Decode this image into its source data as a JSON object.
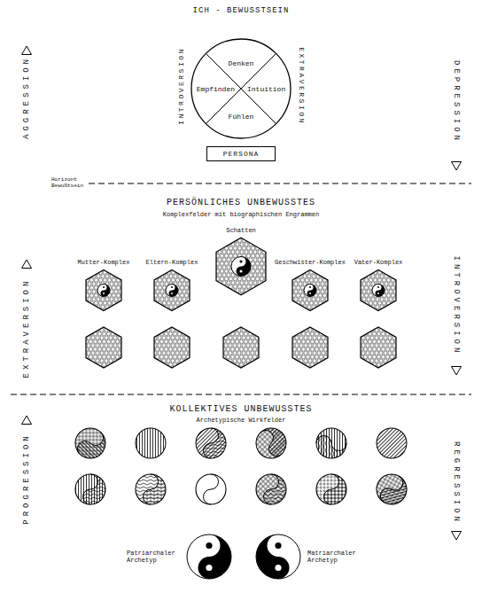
{
  "diagram": {
    "title": "ICH - BEWUSSTSEIN",
    "nodes": [
      {
        "text": [
          "Denken",
          "Empfinden",
          "Intuition",
          "Fühlen"
        ]
      },
      {
        "text": [
          "PERSONA"
        ]
      },
      {
        "text": [
          "Schatten"
        ]
      },
      {
        "text": [
          "Mutter-Komplex"
        ]
      },
      {
        "text": [
          "Eltern-Komplex"
        ]
      },
      {
        "text": [
          "Geschwister-Komplex"
        ]
      },
      {
        "text": [
          "Vater-Komplex"
        ]
      },
      {
        "text": [
          "Patriarchaler Archetyp"
        ]
      },
      {
        "text": [
          "Matriarchaler Archetyp"
        ]
      }
    ],
    "labels": [
      "AGGRESSION",
      "DEPRESSION",
      "INTROVERSION",
      "EXTRAVERSION",
      "Horizont Bewußtsein",
      "PERSÖNLICHES UNBEWUSSTES",
      "Komplexfelder mit biographischen Engrammen",
      "EXTRAVERSION",
      "INTROVERSION",
      "KOLLEKTIVES UNBEWUSSTES",
      "Archetypische Wirkfelder",
      "PROGRESSION",
      "REGRESSION"
    ]
  }
}
